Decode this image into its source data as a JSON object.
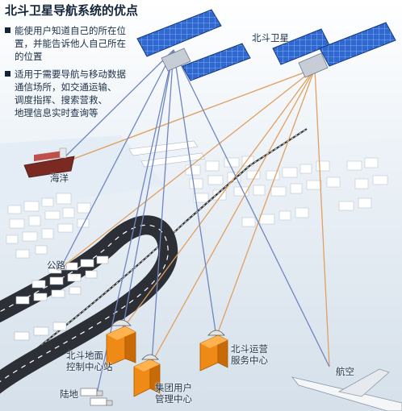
{
  "title": "北斗卫星导航系统的优点",
  "bullets": [
    {
      "lines": [
        "能使用户知道自己的所在位",
        "置，并能告诉他人自己所在",
        "的位置"
      ]
    },
    {
      "lines": [
        "适用于需要导航与移动数据",
        "通信场所，如交通运输、",
        "调度指挥、搜索营救、",
        "地理信息实时查询等"
      ]
    }
  ],
  "labels": {
    "satellite": "北斗卫星",
    "ocean": "海洋",
    "road": "公路",
    "ground_station": [
      "北斗地面",
      "控制中心站"
    ],
    "group_user": [
      "集团用户",
      "管理中心"
    ],
    "operation": [
      "北斗运营",
      "服务中心"
    ],
    "aviation": "航空",
    "land": "陆地"
  },
  "colors": {
    "ground_link": "#e0a060",
    "user_link": "#6f86c0",
    "satellite_panel": "#2a62c9",
    "building": "#f08a16",
    "road": "#2c2f36"
  }
}
